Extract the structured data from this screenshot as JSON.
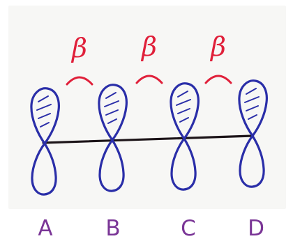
{
  "colors": {
    "paper": "#f7f7f5",
    "lobe": "#2a2ea8",
    "bond": "#1c1418",
    "beta": "#e0203a",
    "label": "#7a3596"
  },
  "orbitals": [
    {
      "label": "A",
      "icon": "p-orbital-icon"
    },
    {
      "label": "B",
      "icon": "p-orbital-icon"
    },
    {
      "label": "C",
      "icon": "p-orbital-icon"
    },
    {
      "label": "D",
      "icon": "p-orbital-icon"
    }
  ],
  "couplings": [
    {
      "symbol": "β",
      "between": [
        "A",
        "B"
      ]
    },
    {
      "symbol": "β",
      "between": [
        "B",
        "C"
      ]
    },
    {
      "symbol": "β",
      "between": [
        "C",
        "D"
      ]
    }
  ]
}
